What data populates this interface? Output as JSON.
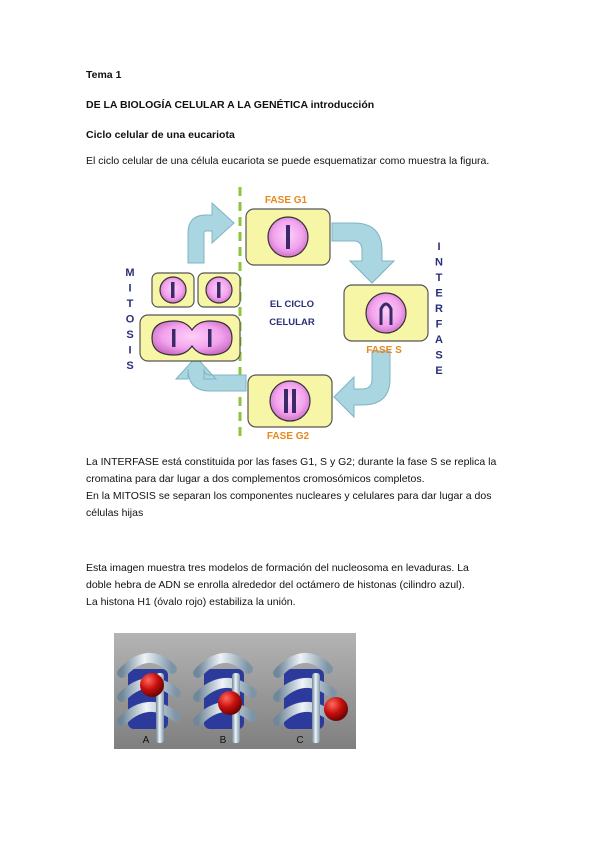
{
  "doc": {
    "heading_topic": "Tema 1",
    "heading_title": "DE LA BIOLOGÍA CELULAR A LA GENÉTICA introducción",
    "heading_section": "Ciclo celular de una eucariota",
    "intro": "El ciclo celular de una célula eucariota se puede esquematizar como muestra la figura.",
    "para1_line1": "La INTERFASE está constituida por las fases G1, S y G2; durante la fase S se replica la",
    "para1_line2": "cromatina para dar lugar a dos complementos cromosómicos completos.",
    "para2_line1": "En la MITOSIS se separan los componentes nucleares y celulares para dar lugar a dos",
    "para2_line2": "células hijas",
    "para3_line1": "Esta imagen muestra tres modelos de formación del nucleosoma en levaduras. La",
    "para3_line2": "doble hebra de ADN se enrolla alrededor del octámero de histonas (cilindro azul).",
    "para3_line3": "La histona H1 (óvalo rojo) estabiliza la unión."
  },
  "diagram": {
    "phase_g1": "FASE G1",
    "phase_s": "FASE S",
    "phase_g2": "FASE G2",
    "center_line1": "EL CICLO",
    "center_line2": "CELULAR",
    "mitosis_letters": [
      "M",
      "I",
      "T",
      "O",
      "S",
      "I",
      "S"
    ],
    "interfase_letters": [
      "I",
      "N",
      "T",
      "E",
      "R",
      "F",
      "A",
      "S",
      "E"
    ],
    "colors": {
      "cell_fill": "#f7f6a6",
      "nucleus_fill": "#f3a3ee",
      "label_orange": "#e8871e",
      "label_navy": "#2a2f7a",
      "arrow_fill": "#a9d6e0",
      "divider": "#8cc43c"
    }
  },
  "photo": {
    "labels": [
      "A",
      "B",
      "C"
    ],
    "colors": {
      "background": "#9a9a9a",
      "histone": "#2c3a9c",
      "h1": "#c8100e",
      "dna": "#cfdbe6"
    }
  }
}
